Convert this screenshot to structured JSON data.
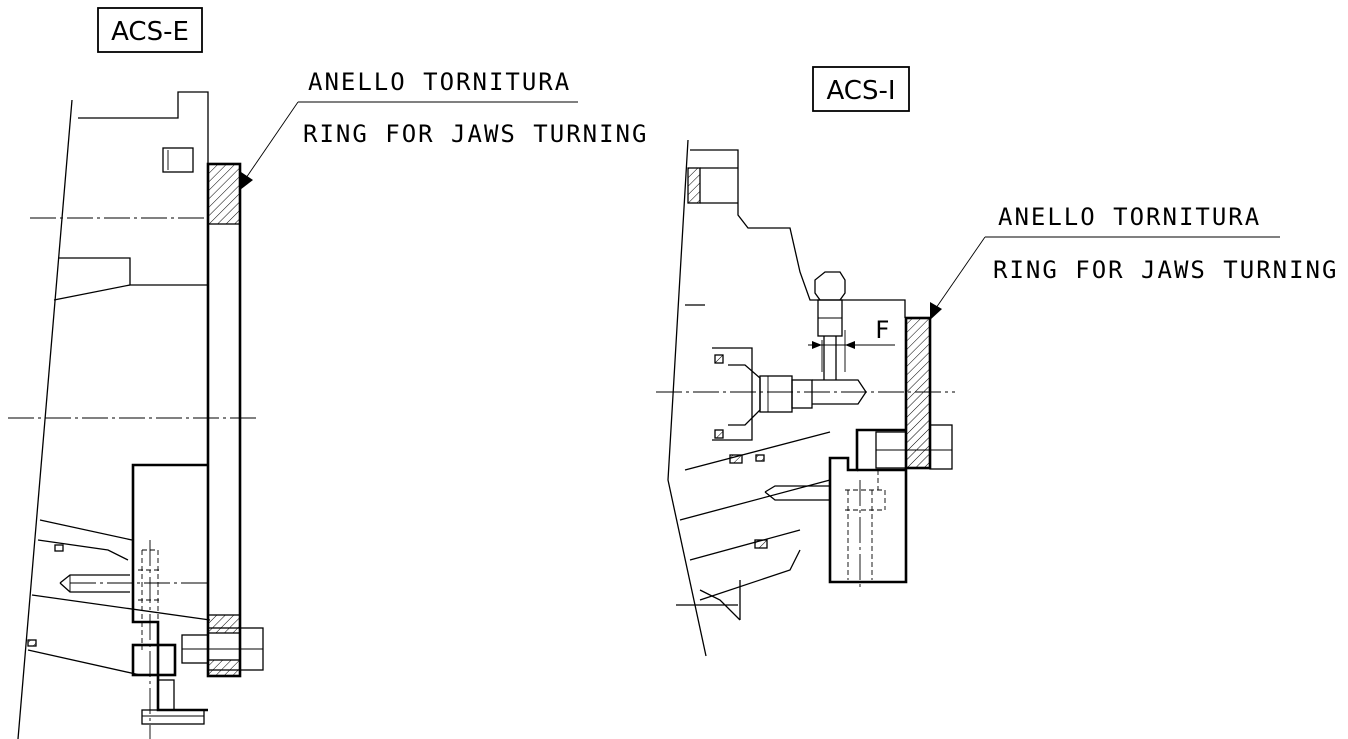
{
  "left_view": {
    "tag": "ACS-E",
    "label_line1": "ANELLO TORNITURA",
    "label_line2": "RING FOR JAWS TURNING"
  },
  "right_view": {
    "tag": "ACS-I",
    "label_line1": "ANELLO TORNITURA",
    "label_line2": "RING FOR JAWS TURNING",
    "dimension_label": "F"
  }
}
